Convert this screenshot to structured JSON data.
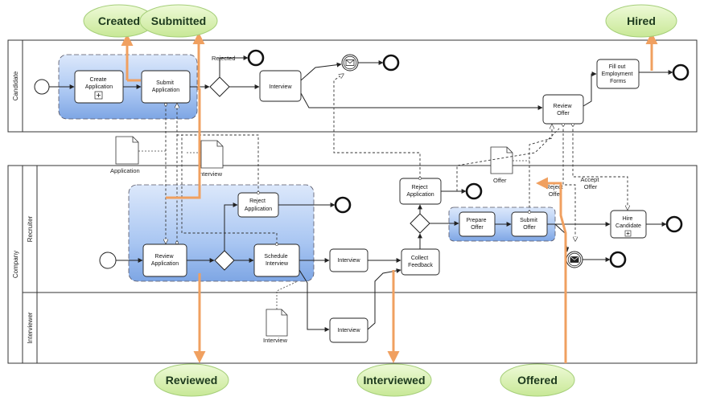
{
  "pools": {
    "candidate": {
      "label": "Candidate"
    },
    "company": {
      "label": "Company"
    }
  },
  "lanes": {
    "recruiter": "Recruiter",
    "interviewer": "Interviewer"
  },
  "tasks": {
    "create_application": [
      "Create",
      "Application"
    ],
    "submit_application_candidate": [
      "Submit",
      "Application"
    ],
    "interview_candidate": [
      "Interview"
    ],
    "fill_out_forms": [
      "Fill out",
      "Employment",
      "Forms"
    ],
    "review_offer": [
      "Review",
      "Offer"
    ],
    "reject_application_top": [
      "Reject",
      "Application"
    ],
    "review_application": [
      "Review",
      "Application"
    ],
    "schedule_interview": [
      "Schedule",
      "Interview"
    ],
    "interview_recruiter": [
      "Interview"
    ],
    "collect_feedback": [
      "Collect",
      "Feedback"
    ],
    "reject_application_mid": [
      "Reject",
      "Application"
    ],
    "prepare_offer": [
      "Prepare",
      "Offer"
    ],
    "submit_offer": [
      "Submit",
      "Offer"
    ],
    "hire_candidate": [
      "Hire",
      "Candidate"
    ],
    "interview_interviewer": [
      "Interview"
    ]
  },
  "labels": {
    "rejected": "Rejected",
    "reject_offer": [
      "Reject",
      "Offer"
    ],
    "accept_offer": [
      "Accept",
      "Offer"
    ]
  },
  "data_objects": {
    "application": "Application",
    "interview_doc_top": "Interview",
    "offer": "Offer",
    "interview_doc_bottom": "Interview"
  },
  "states": {
    "created": "Created",
    "submitted": "Submitted",
    "hired": "Hired",
    "reviewed": "Reviewed",
    "interviewed": "Interviewed",
    "offered": "Offered"
  },
  "colors": {
    "state_fill": "#d6f0a8",
    "state_stroke": "#a6cf7a",
    "highlight_fill": "#a9c6f2",
    "orange_arrow": "#f0a060"
  }
}
